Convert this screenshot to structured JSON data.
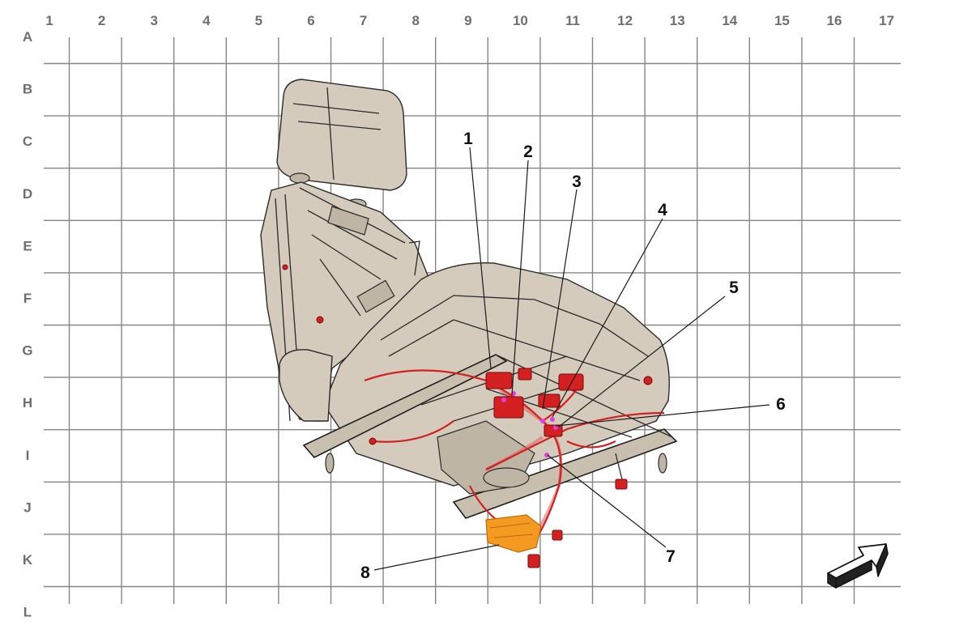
{
  "grid": {
    "columns": [
      "1",
      "2",
      "3",
      "4",
      "5",
      "6",
      "7",
      "8",
      "9",
      "10",
      "11",
      "12",
      "13",
      "14",
      "15",
      "16",
      "17"
    ],
    "rows": [
      "A",
      "B",
      "C",
      "D",
      "E",
      "F",
      "G",
      "H",
      "I",
      "J",
      "K",
      "L"
    ]
  },
  "callouts": [
    {
      "label": "1"
    },
    {
      "label": "2"
    },
    {
      "label": "3"
    },
    {
      "label": "4"
    },
    {
      "label": "5"
    },
    {
      "label": "6"
    },
    {
      "label": "7"
    },
    {
      "label": "8"
    }
  ],
  "colors": {
    "grid": "#8a8480",
    "seat": "#d4cbbc",
    "harness": "#d42020",
    "control_unit": "#f59a20",
    "connector_pin": "#e040e0"
  },
  "icons": {
    "direction": "direction-arrow-icon"
  }
}
